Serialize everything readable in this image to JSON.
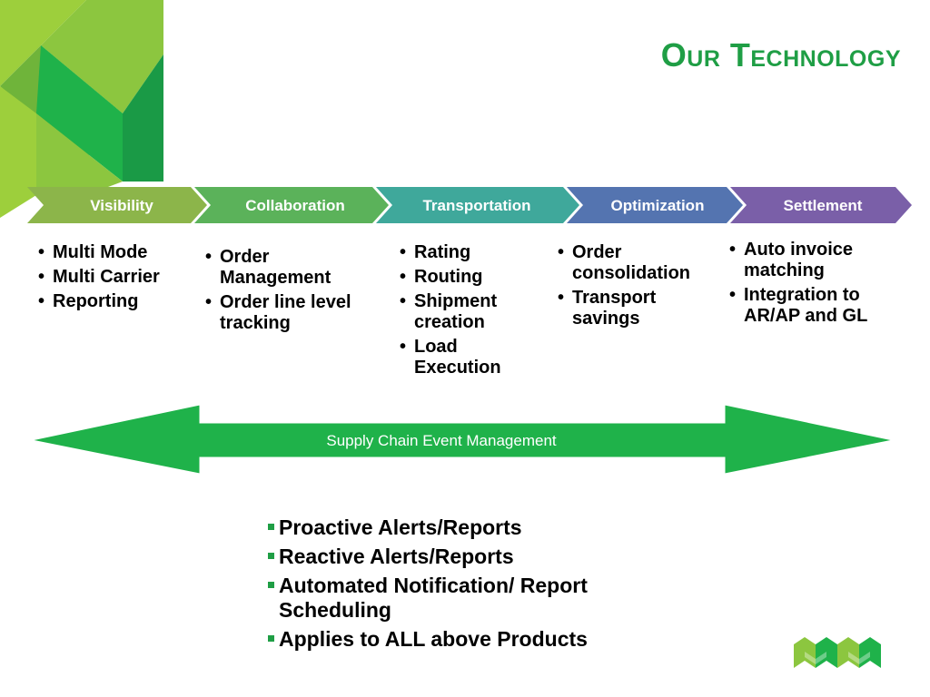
{
  "slide": {
    "title": "Our Technology",
    "colors": {
      "title": "#1f9e45",
      "accent_green": "#1fb24a",
      "lime": "#8cc63f"
    },
    "process_steps": [
      {
        "label": "Visibility",
        "color": "#8cb54a",
        "items": [
          "Multi Mode",
          "Multi Carrier",
          "Reporting"
        ]
      },
      {
        "label": "Collaboration",
        "color": "#5bb25a",
        "items": [
          "Order Management",
          "Order line level tracking"
        ]
      },
      {
        "label": "Transportation",
        "color": "#3fa89b",
        "items": [
          "Rating",
          "Routing",
          "Shipment creation",
          "Load Execution"
        ]
      },
      {
        "label": "Optimization",
        "color": "#5474b0",
        "items": [
          "Order consolidation",
          "Transport savings"
        ]
      },
      {
        "label": "Settlement",
        "color": "#7a5fa8",
        "items": [
          "Auto invoice matching",
          "Integration to AR/AP and GL"
        ]
      }
    ],
    "event_arrow_label": "Supply Chain Event Management",
    "alerts": [
      "Proactive Alerts/Reports",
      "Reactive Alerts/Reports",
      "Automated Notification/ Report Scheduling",
      "Applies to ALL above  Products"
    ]
  }
}
